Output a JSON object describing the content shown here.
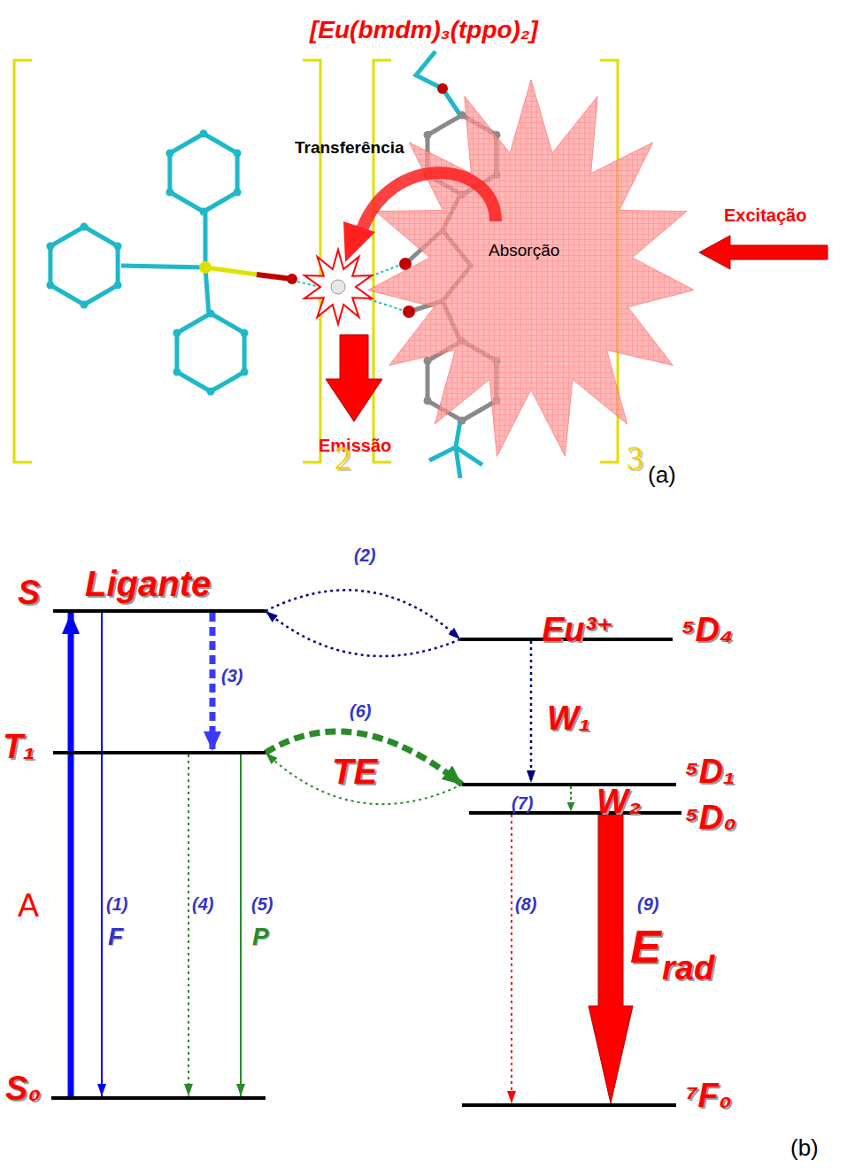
{
  "diagram": {
    "title": "[Eu(bmdm)₃(tppo)₂]",
    "nodes": [
      {
        "text": [
          "S"
        ]
      },
      {
        "text": [
          "T₁"
        ]
      },
      {
        "text": [
          "S₀"
        ]
      },
      {
        "text": [
          "⁵D₄"
        ]
      },
      {
        "text": [
          "⁵D₁"
        ]
      },
      {
        "text": [
          "⁵D₀"
        ]
      },
      {
        "text": [
          "⁷F₀"
        ]
      }
    ],
    "edges": [
      {
        "from": 2,
        "to": 0,
        "arrow": "to"
      },
      {
        "from": 0,
        "to": 2,
        "arrow": "to"
      },
      {
        "from": 0,
        "to": 3,
        "arrow": "to"
      },
      {
        "from": 3,
        "to": 0,
        "arrow": "to"
      },
      {
        "from": 0,
        "to": 1,
        "arrow": "to"
      },
      {
        "from": 1,
        "to": 2,
        "arrow": "to"
      },
      {
        "from": 1,
        "to": 2,
        "arrow": "to"
      },
      {
        "from": 1,
        "to": 4,
        "arrow": "to"
      },
      {
        "from": 4,
        "to": 1,
        "arrow": "to"
      },
      {
        "from": 3,
        "to": 4,
        "arrow": "to"
      },
      {
        "from": 4,
        "to": 5,
        "arrow": "to"
      },
      {
        "from": 5,
        "to": 6,
        "arrow": "to"
      },
      {
        "from": 5,
        "to": 6,
        "arrow": "to"
      }
    ],
    "labels": [
      "Transferência",
      "Absorção",
      "Excitação",
      "Emissão",
      "2",
      "3",
      "(a)",
      "Ligante",
      "Eu³⁺",
      "(2)",
      "(3)",
      "(6)",
      "TE",
      "W₁",
      "(7)",
      "W₂",
      "A",
      "(1)",
      "F",
      "(4)",
      "(5)",
      "P",
      "(8)",
      "(9)",
      "E",
      "rad",
      "(b)"
    ]
  }
}
